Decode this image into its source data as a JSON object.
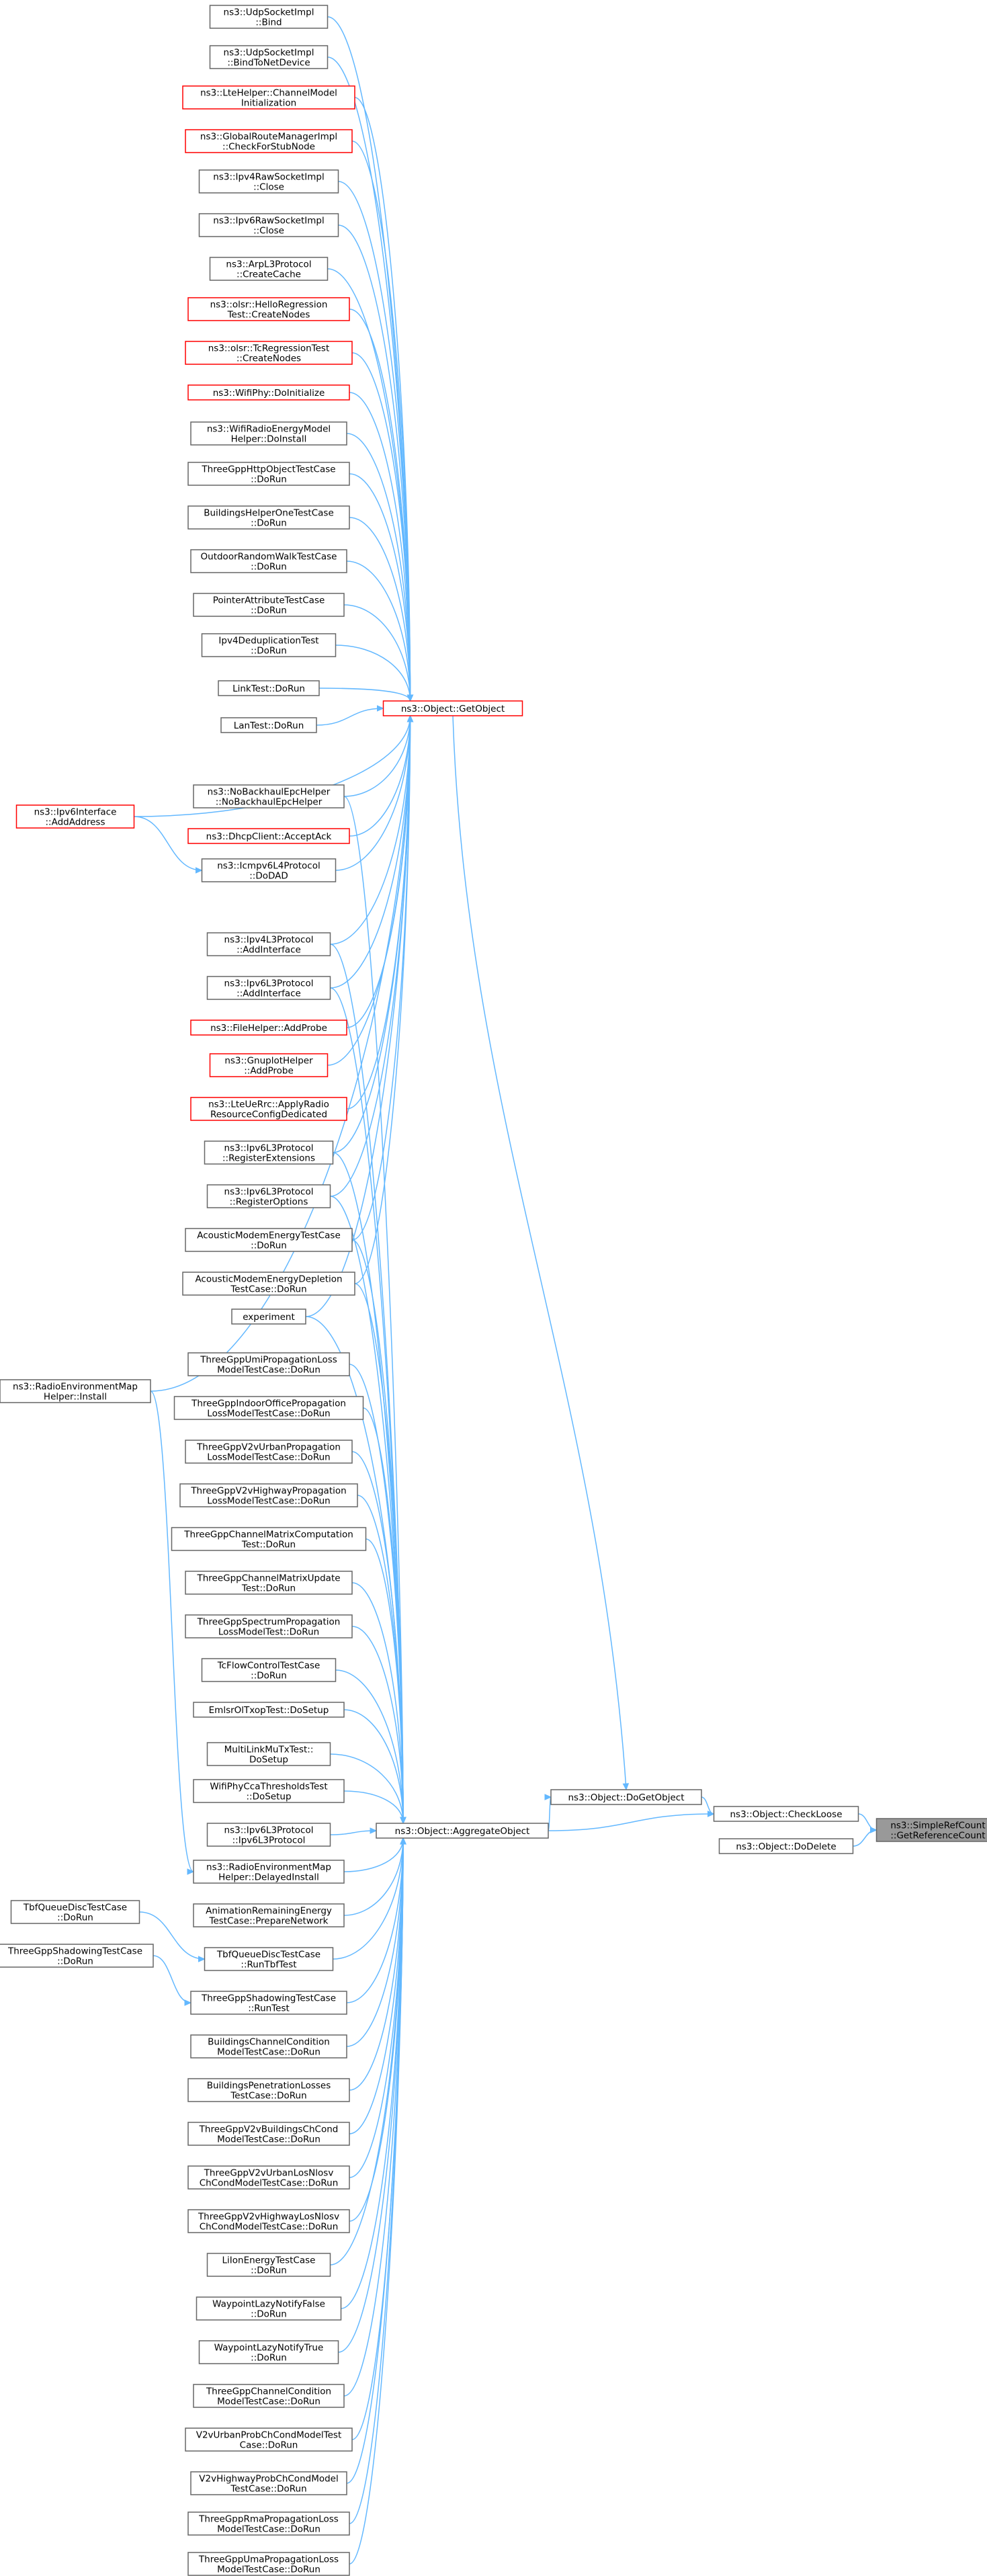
{
  "diagram": {
    "nodes": [
      {
        "id": "n1",
        "lines": [
          "ns3::UdpSocketImpl",
          "::Bind"
        ],
        "style": "normal"
      },
      {
        "id": "n2",
        "lines": [
          "ns3::UdpSocketImpl",
          "::BindToNetDevice"
        ],
        "style": "normal"
      },
      {
        "id": "n3",
        "lines": [
          "ns3::LteHelper::ChannelModel",
          "Initialization"
        ],
        "style": "red"
      },
      {
        "id": "n4",
        "lines": [
          "ns3::GlobalRouteManagerImpl",
          "::CheckForStubNode"
        ],
        "style": "red"
      },
      {
        "id": "n5",
        "lines": [
          "ns3::Ipv4RawSocketImpl",
          "::Close"
        ],
        "style": "normal"
      },
      {
        "id": "n6",
        "lines": [
          "ns3::Ipv6RawSocketImpl",
          "::Close"
        ],
        "style": "normal"
      },
      {
        "id": "n7",
        "lines": [
          "ns3::ArpL3Protocol",
          "::CreateCache"
        ],
        "style": "normal"
      },
      {
        "id": "n8",
        "lines": [
          "ns3::olsr::HelloRegression",
          "Test::CreateNodes"
        ],
        "style": "red"
      },
      {
        "id": "n9",
        "lines": [
          "ns3::olsr::TcRegressionTest",
          "::CreateNodes"
        ],
        "style": "red"
      },
      {
        "id": "n10",
        "lines": [
          "ns3::WifiPhy::DoInitialize"
        ],
        "style": "red"
      },
      {
        "id": "n11",
        "lines": [
          "ns3::WifiRadioEnergyModel",
          "Helper::DoInstall"
        ],
        "style": "normal"
      },
      {
        "id": "n12",
        "lines": [
          "ThreeGppHttpObjectTestCase",
          "::DoRun"
        ],
        "style": "normal"
      },
      {
        "id": "n13",
        "lines": [
          "BuildingsHelperOneTestCase",
          "::DoRun"
        ],
        "style": "normal"
      },
      {
        "id": "n14",
        "lines": [
          "OutdoorRandomWalkTestCase",
          "::DoRun"
        ],
        "style": "normal"
      },
      {
        "id": "n15",
        "lines": [
          "PointerAttributeTestCase",
          "::DoRun"
        ],
        "style": "normal"
      },
      {
        "id": "n16",
        "lines": [
          "Ipv4DeduplicationTest",
          "::DoRun"
        ],
        "style": "normal"
      },
      {
        "id": "n17",
        "lines": [
          "LinkTest::DoRun"
        ],
        "style": "normal"
      },
      {
        "id": "n18",
        "lines": [
          "LanTest::DoRun"
        ],
        "style": "normal"
      },
      {
        "id": "n19",
        "lines": [
          "ns3::NoBackhaulEpcHelper",
          "::NoBackhaulEpcHelper"
        ],
        "style": "normal"
      },
      {
        "id": "n20",
        "lines": [
          "ns3::DhcpClient::AcceptAck"
        ],
        "style": "red"
      },
      {
        "id": "n21",
        "lines": [
          "ns3::Icmpv6L4Protocol",
          "::DoDAD"
        ],
        "style": "normal"
      },
      {
        "id": "n22",
        "lines": [
          "ns3::Ipv4L3Protocol",
          "::AddInterface"
        ],
        "style": "normal"
      },
      {
        "id": "n23",
        "lines": [
          "ns3::Ipv6L3Protocol",
          "::AddInterface"
        ],
        "style": "normal"
      },
      {
        "id": "n24",
        "lines": [
          "ns3::FileHelper::AddProbe"
        ],
        "style": "red"
      },
      {
        "id": "n25",
        "lines": [
          "ns3::GnuplotHelper",
          "::AddProbe"
        ],
        "style": "red"
      },
      {
        "id": "n26",
        "lines": [
          "ns3::LteUeRrc::ApplyRadio",
          "ResourceConfigDedicated"
        ],
        "style": "red"
      },
      {
        "id": "n27",
        "lines": [
          "ns3::Ipv6L3Protocol",
          "::RegisterExtensions"
        ],
        "style": "normal"
      },
      {
        "id": "n28",
        "lines": [
          "ns3::Ipv6L3Protocol",
          "::RegisterOptions"
        ],
        "style": "normal"
      },
      {
        "id": "n29",
        "lines": [
          "AcousticModemEnergyTestCase",
          "::DoRun"
        ],
        "style": "normal"
      },
      {
        "id": "n30",
        "lines": [
          "AcousticModemEnergyDepletion",
          "TestCase::DoRun"
        ],
        "style": "normal"
      },
      {
        "id": "n31",
        "lines": [
          "experiment"
        ],
        "style": "normal"
      },
      {
        "id": "n32",
        "lines": [
          "ThreeGppUmiPropagationLoss",
          "ModelTestCase::DoRun"
        ],
        "style": "normal"
      },
      {
        "id": "n33",
        "lines": [
          "ThreeGppIndoorOfficePropagation",
          "LossModelTestCase::DoRun"
        ],
        "style": "normal"
      },
      {
        "id": "n34",
        "lines": [
          "ThreeGppV2vUrbanPropagation",
          "LossModelTestCase::DoRun"
        ],
        "style": "normal"
      },
      {
        "id": "n35",
        "lines": [
          "ThreeGppV2vHighwayPropagation",
          "LossModelTestCase::DoRun"
        ],
        "style": "normal"
      },
      {
        "id": "n36",
        "lines": [
          "ThreeGppChannelMatrixComputation",
          "Test::DoRun"
        ],
        "style": "normal"
      },
      {
        "id": "n37",
        "lines": [
          "ThreeGppChannelMatrixUpdate",
          "Test::DoRun"
        ],
        "style": "normal"
      },
      {
        "id": "n38",
        "lines": [
          "ThreeGppSpectrumPropagation",
          "LossModelTest::DoRun"
        ],
        "style": "normal"
      },
      {
        "id": "n39",
        "lines": [
          "TcFlowControlTestCase",
          "::DoRun"
        ],
        "style": "normal"
      },
      {
        "id": "n40",
        "lines": [
          "EmlsrOlTxopTest::DoSetup"
        ],
        "style": "normal"
      },
      {
        "id": "n41",
        "lines": [
          "MultiLinkMuTxTest::",
          "DoSetup"
        ],
        "style": "normal"
      },
      {
        "id": "n42",
        "lines": [
          "WifiPhyCcaThresholdsTest",
          "::DoSetup"
        ],
        "style": "normal"
      },
      {
        "id": "n43",
        "lines": [
          "ns3::Ipv6L3Protocol",
          "::Ipv6L3Protocol"
        ],
        "style": "normal"
      },
      {
        "id": "n44",
        "lines": [
          "ns3::RadioEnvironmentMap",
          "Helper::DelayedInstall"
        ],
        "style": "normal"
      },
      {
        "id": "n45",
        "lines": [
          "AnimationRemainingEnergy",
          "TestCase::PrepareNetwork"
        ],
        "style": "normal"
      },
      {
        "id": "n46",
        "lines": [
          "TbfQueueDiscTestCase",
          "::RunTbfTest"
        ],
        "style": "normal"
      },
      {
        "id": "n47",
        "lines": [
          "ThreeGppShadowingTestCase",
          "::RunTest"
        ],
        "style": "normal"
      },
      {
        "id": "n48",
        "lines": [
          "BuildingsChannelCondition",
          "ModelTestCase::DoRun"
        ],
        "style": "normal"
      },
      {
        "id": "n49",
        "lines": [
          "BuildingsPenetrationLosses",
          "TestCase::DoRun"
        ],
        "style": "normal"
      },
      {
        "id": "n50",
        "lines": [
          "ThreeGppV2vBuildingsChCond",
          "ModelTestCase::DoRun"
        ],
        "style": "normal"
      },
      {
        "id": "n51",
        "lines": [
          "ThreeGppV2vUrbanLosNlosv",
          "ChCondModelTestCase::DoRun"
        ],
        "style": "normal"
      },
      {
        "id": "n52",
        "lines": [
          "ThreeGppV2vHighwayLosNlosv",
          "ChCondModelTestCase::DoRun"
        ],
        "style": "normal"
      },
      {
        "id": "n53",
        "lines": [
          "LiIonEnergyTestCase",
          "::DoRun"
        ],
        "style": "normal"
      },
      {
        "id": "n54",
        "lines": [
          "WaypointLazyNotifyFalse",
          "::DoRun"
        ],
        "style": "normal"
      },
      {
        "id": "n55",
        "lines": [
          "WaypointLazyNotifyTrue",
          "::DoRun"
        ],
        "style": "normal"
      },
      {
        "id": "n56",
        "lines": [
          "ThreeGppChannelCondition",
          "ModelTestCase::DoRun"
        ],
        "style": "normal"
      },
      {
        "id": "n57",
        "lines": [
          "V2vUrbanProbChCondModelTest",
          "Case::DoRun"
        ],
        "style": "normal"
      },
      {
        "id": "n58",
        "lines": [
          "V2vHighwayProbChCondModel",
          "TestCase::DoRun"
        ],
        "style": "normal"
      },
      {
        "id": "n59",
        "lines": [
          "ThreeGppRmaPropagationLoss",
          "ModelTestCase::DoRun"
        ],
        "style": "normal"
      },
      {
        "id": "n60",
        "lines": [
          "ThreeGppUmaPropagationLoss",
          "ModelTestCase::DoRun"
        ],
        "style": "normal"
      },
      {
        "id": "getobject",
        "lines": [
          "ns3::Object::GetObject"
        ],
        "style": "red"
      },
      {
        "id": "aggregate",
        "lines": [
          "ns3::Object::AggregateObject"
        ],
        "style": "normal"
      },
      {
        "id": "dogetobject",
        "lines": [
          "ns3::Object::DoGetObject"
        ],
        "style": "normal"
      },
      {
        "id": "checkloose",
        "lines": [
          "ns3::Object::CheckLoose"
        ],
        "style": "normal"
      },
      {
        "id": "dodelete",
        "lines": [
          "ns3::Object::DoDelete"
        ],
        "style": "normal"
      },
      {
        "id": "focus",
        "lines": [
          "ns3::SimpleRefCount",
          "::GetReferenceCount"
        ],
        "style": "focus"
      },
      {
        "id": "ipv6iface",
        "lines": [
          "ns3::Ipv6Interface",
          "::AddAddress"
        ],
        "style": "red"
      },
      {
        "id": "remhelper",
        "lines": [
          "ns3::RadioEnvironmentMap",
          "Helper::Install"
        ],
        "style": "normal"
      },
      {
        "id": "tbfdorun",
        "lines": [
          "TbfQueueDiscTestCase",
          "::DoRun"
        ],
        "style": "normal"
      },
      {
        "id": "shadowdorun",
        "lines": [
          "ThreeGppShadowingTestCase",
          "::DoRun"
        ],
        "style": "normal"
      }
    ],
    "edges": [
      [
        "checkloose",
        "focus"
      ],
      [
        "dodelete",
        "focus"
      ],
      [
        "dogetobject",
        "checkloose"
      ],
      [
        "aggregate",
        "checkloose"
      ],
      [
        "getobject",
        "dogetobject"
      ],
      [
        "aggregate",
        "dogetobject"
      ],
      [
        "n1",
        "getobject"
      ],
      [
        "n2",
        "getobject"
      ],
      [
        "n3",
        "getobject"
      ],
      [
        "n4",
        "getobject"
      ],
      [
        "n5",
        "getobject"
      ],
      [
        "n6",
        "getobject"
      ],
      [
        "n7",
        "getobject"
      ],
      [
        "n8",
        "getobject"
      ],
      [
        "n9",
        "getobject"
      ],
      [
        "n10",
        "getobject"
      ],
      [
        "n11",
        "getobject"
      ],
      [
        "n12",
        "getobject"
      ],
      [
        "n13",
        "getobject"
      ],
      [
        "n14",
        "getobject"
      ],
      [
        "n15",
        "getobject"
      ],
      [
        "n16",
        "getobject"
      ],
      [
        "n17",
        "getobject"
      ],
      [
        "n18",
        "getobject"
      ],
      [
        "ipv6iface",
        "getobject"
      ],
      [
        "n19",
        "getobject"
      ],
      [
        "n20",
        "getobject"
      ],
      [
        "n21",
        "getobject"
      ],
      [
        "remhelper",
        "getobject"
      ],
      [
        "n22",
        "getobject"
      ],
      [
        "n23",
        "getobject"
      ],
      [
        "n24",
        "getobject"
      ],
      [
        "n25",
        "getobject"
      ],
      [
        "n26",
        "getobject"
      ],
      [
        "n27",
        "getobject"
      ],
      [
        "n28",
        "getobject"
      ],
      [
        "n29",
        "getobject"
      ],
      [
        "n30",
        "getobject"
      ],
      [
        "n31",
        "getobject"
      ],
      [
        "ipv6iface",
        "n21"
      ],
      [
        "remhelper",
        "n44"
      ],
      [
        "tbfdorun",
        "n46"
      ],
      [
        "shadowdorun",
        "n47"
      ],
      [
        "n19",
        "aggregate"
      ],
      [
        "n22",
        "aggregate"
      ],
      [
        "n23",
        "aggregate"
      ],
      [
        "n27",
        "aggregate"
      ],
      [
        "n28",
        "aggregate"
      ],
      [
        "n29",
        "aggregate"
      ],
      [
        "n30",
        "aggregate"
      ],
      [
        "n31",
        "aggregate"
      ],
      [
        "n32",
        "aggregate"
      ],
      [
        "n33",
        "aggregate"
      ],
      [
        "n34",
        "aggregate"
      ],
      [
        "n35",
        "aggregate"
      ],
      [
        "n36",
        "aggregate"
      ],
      [
        "n37",
        "aggregate"
      ],
      [
        "n38",
        "aggregate"
      ],
      [
        "n39",
        "aggregate"
      ],
      [
        "n40",
        "aggregate"
      ],
      [
        "n41",
        "aggregate"
      ],
      [
        "n42",
        "aggregate"
      ],
      [
        "n43",
        "aggregate"
      ],
      [
        "n44",
        "aggregate"
      ],
      [
        "n45",
        "aggregate"
      ],
      [
        "n46",
        "aggregate"
      ],
      [
        "n47",
        "aggregate"
      ],
      [
        "n48",
        "aggregate"
      ],
      [
        "n49",
        "aggregate"
      ],
      [
        "n50",
        "aggregate"
      ],
      [
        "n51",
        "aggregate"
      ],
      [
        "n52",
        "aggregate"
      ],
      [
        "n53",
        "aggregate"
      ],
      [
        "n54",
        "aggregate"
      ],
      [
        "n55",
        "aggregate"
      ],
      [
        "n56",
        "aggregate"
      ],
      [
        "n57",
        "aggregate"
      ],
      [
        "n58",
        "aggregate"
      ],
      [
        "n59",
        "aggregate"
      ],
      [
        "n60",
        "aggregate"
      ]
    ],
    "colors": {
      "edge": "#63b8ff",
      "node_border": "#666666",
      "highlight_border": "#ff0000",
      "focus_fill": "#999999"
    }
  }
}
